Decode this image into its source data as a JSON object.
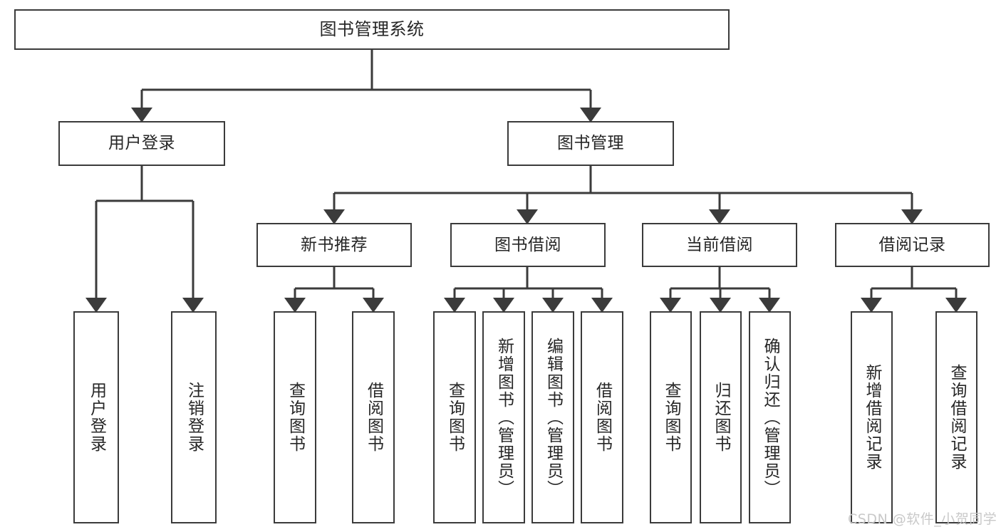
{
  "diagram": {
    "title": "图书管理系统",
    "type": "hierarchy-tree",
    "root": {
      "label": "图书管理系统"
    },
    "level2": {
      "user_login": "用户登录",
      "book_management": "图书管理"
    },
    "level3": {
      "new_book_recommend": "新书推荐",
      "book_borrow": "图书借阅",
      "current_borrow": "当前借阅",
      "borrow_record": "借阅记录"
    },
    "leaves": {
      "user_login_1": "用户登录",
      "user_login_2": "注销登录",
      "recommend_1": "查询图书",
      "recommend_2": "借阅图书",
      "borrow_1": "查询图书",
      "borrow_2": "新增图书（管理员）",
      "borrow_3": "编辑图书（管理员）",
      "borrow_4": "借阅图书",
      "current_1": "查询图书",
      "current_2": "归还图书",
      "current_3": "确认归还（管理员）",
      "record_1": "新增借阅记录",
      "record_2": "查询借阅记录"
    }
  },
  "watermark": {
    "text": "CSDN @软件_小贺同学"
  },
  "colors": {
    "border": "#3b3b3b",
    "text": "#262626",
    "background": "#ffffff",
    "watermark": "#c9c9c9"
  }
}
